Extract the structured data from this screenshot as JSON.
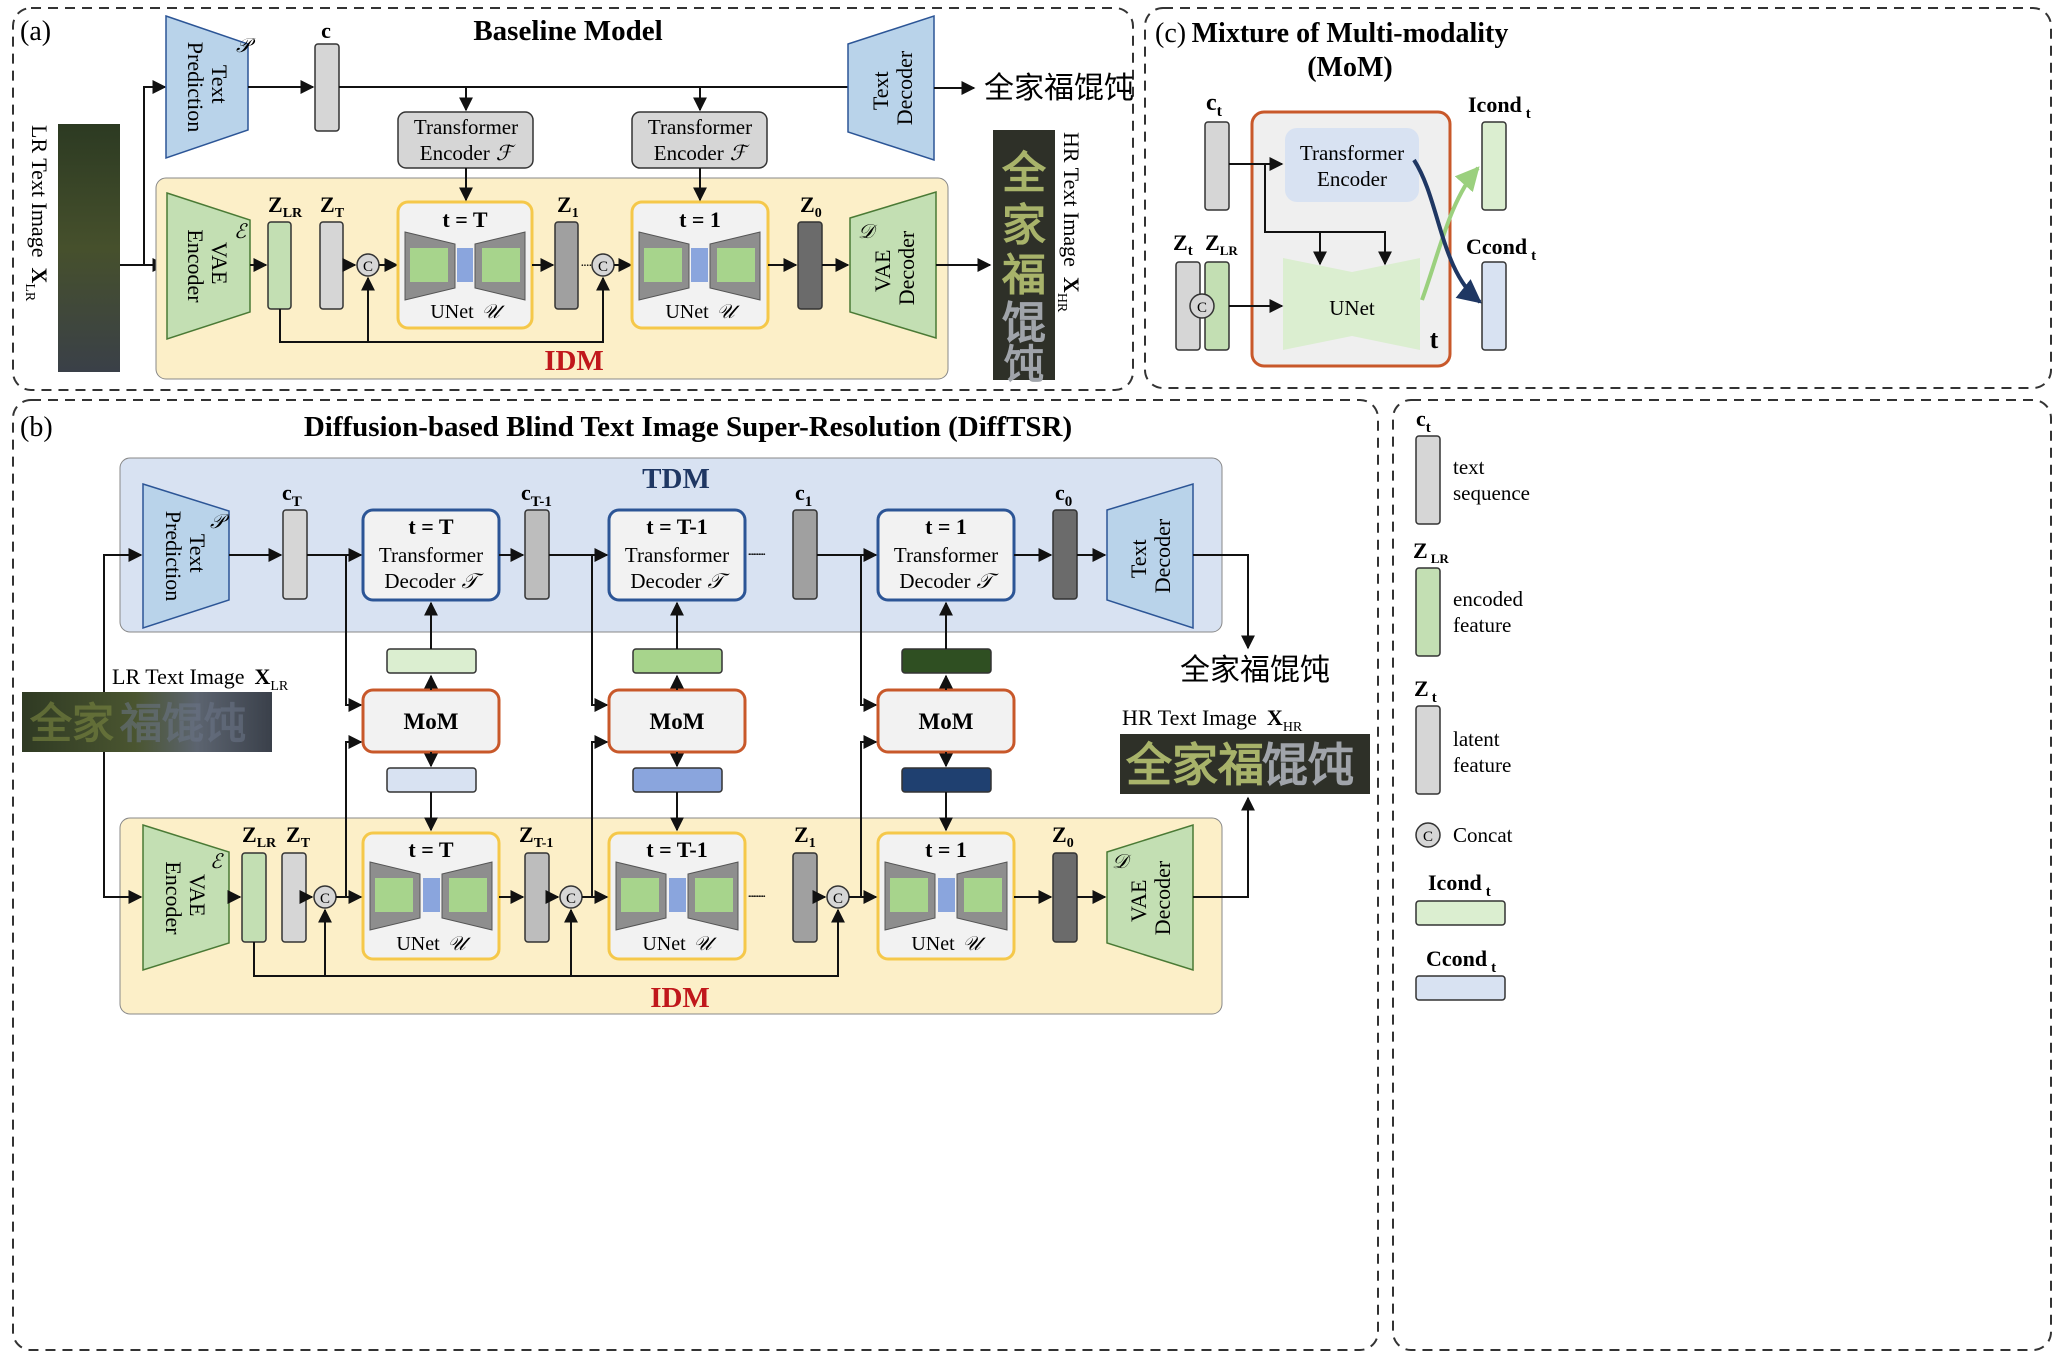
{
  "panel_a": {
    "letter": "(a)",
    "title": "Baseline Model",
    "lr_label": "LR Text Image",
    "lr_symbol": "X",
    "lr_sub": "LR",
    "hr_label": "HR Text Image",
    "hr_symbol": "X",
    "hr_sub": "HR",
    "text_prediction": [
      "Text",
      "Prediction"
    ],
    "text_prediction_sym": "𝒫",
    "c_label": "c",
    "transformer_encoder": [
      "Transformer",
      "Encoder"
    ],
    "transformer_encoder_sym": "ℱ",
    "text_decoder": [
      "Text",
      "Decoder"
    ],
    "output_text": "全家福馄饨",
    "vae_encoder": [
      "VAE",
      "Encoder"
    ],
    "vae_encoder_sym": "ℰ",
    "vae_decoder": [
      "VAE",
      "Decoder"
    ],
    "vae_decoder_sym": "𝒟",
    "z_lr": "Z",
    "z_lr_sub": "LR",
    "z_T": "Z",
    "z_T_sub": "T",
    "z_1": "Z",
    "z_1_sub": "1",
    "z_0": "Z",
    "z_0_sub": "0",
    "unet_label": "UNet",
    "unet_sym": "𝒰",
    "t_T": "t = T",
    "t_1": "t = 1",
    "concat": "C",
    "idm": "IDM",
    "dots": "······"
  },
  "panel_c": {
    "letter": "(c)",
    "title_line1": "Mixture of Multi-modality",
    "title_line2": "(MoM)",
    "c_t": "c",
    "c_t_sub": "t",
    "z_t": "Z",
    "z_t_sub": "t",
    "z_lr": "Z",
    "z_lr_sub": "LR",
    "transformer_encoder": [
      "Transformer",
      "Encoder"
    ],
    "unet": "UNet",
    "t": "t",
    "icond": "Icond",
    "icond_sub": "t",
    "ccond": "Ccond",
    "ccond_sub": "t",
    "concat": "C"
  },
  "panel_b": {
    "letter": "(b)",
    "title": "Diffusion-based Blind Text Image Super-Resolution (DiffTSR)",
    "tdm": "TDM",
    "idm": "IDM",
    "text_prediction": [
      "Text",
      "Prediction"
    ],
    "text_prediction_sym": "𝒫",
    "text_decoder": [
      "Text",
      "Decoder"
    ],
    "c_labels": [
      {
        "base": "c",
        "sub": "T"
      },
      {
        "base": "c",
        "sub": "T-1"
      },
      {
        "base": "c",
        "sub": "1"
      },
      {
        "base": "c",
        "sub": "0"
      }
    ],
    "transformer_decoders": [
      {
        "t": "t = T",
        "l1": "Transformer",
        "l2": "Decoder",
        "sym": "𝒯"
      },
      {
        "t": "t = T-1",
        "l1": "Transformer",
        "l2": "Decoder",
        "sym": "𝒯"
      },
      {
        "t": "t = 1",
        "l1": "Transformer",
        "l2": "Decoder",
        "sym": "𝒯"
      }
    ],
    "mom": "MoM",
    "lr_label": "LR Text Image",
    "lr_symbol": "X",
    "lr_sub": "LR",
    "hr_label": "HR Text Image",
    "hr_symbol": "X",
    "hr_sub": "HR",
    "output_text": "全家福馄饨",
    "vae_encoder": [
      "VAE",
      "Encoder"
    ],
    "vae_encoder_sym": "ℰ",
    "vae_decoder": [
      "VAE",
      "Decoder"
    ],
    "vae_decoder_sym": "𝒟",
    "z_labels": [
      {
        "base": "Z",
        "sub": "LR"
      },
      {
        "base": "Z",
        "sub": "T"
      },
      {
        "base": "Z",
        "sub": "T-1"
      },
      {
        "base": "Z",
        "sub": "1"
      },
      {
        "base": "Z",
        "sub": "0"
      }
    ],
    "unets": [
      {
        "t": "t = T",
        "label": "UNet",
        "sym": "𝒰"
      },
      {
        "t": "t = T-1",
        "label": "UNet",
        "sym": "𝒰"
      },
      {
        "t": "t = 1",
        "label": "UNet",
        "sym": "𝒰"
      }
    ],
    "concat": "C",
    "dots": "··········"
  },
  "legend": {
    "items": [
      {
        "symbol": "c",
        "sub": "t",
        "line1": "text",
        "line2": "sequence"
      },
      {
        "symbol": "Z",
        "sub": "LR",
        "line1": "encoded",
        "line2": "feature"
      },
      {
        "symbol": "Z",
        "sub": "t",
        "line1": "latent",
        "line2": "feature"
      }
    ],
    "concat_symbol": "C",
    "concat_label": "Concat",
    "icond": "Icond",
    "icond_sub": "t",
    "ccond": "Ccond",
    "ccond_sub": "t"
  },
  "colors": {
    "blue_box": "#b9d3ea",
    "green_box": "#c3dfb3",
    "gray_box": "#d6d6d6",
    "idm_bg": "#fcefc8",
    "tdm_bg": "#d8e2f2",
    "red_text": "#c0171b",
    "navy_text": "#1f3763",
    "orange_border": "#c8582a",
    "unet_border": "#f5c84a",
    "decoder_border": "#2c5596"
  }
}
